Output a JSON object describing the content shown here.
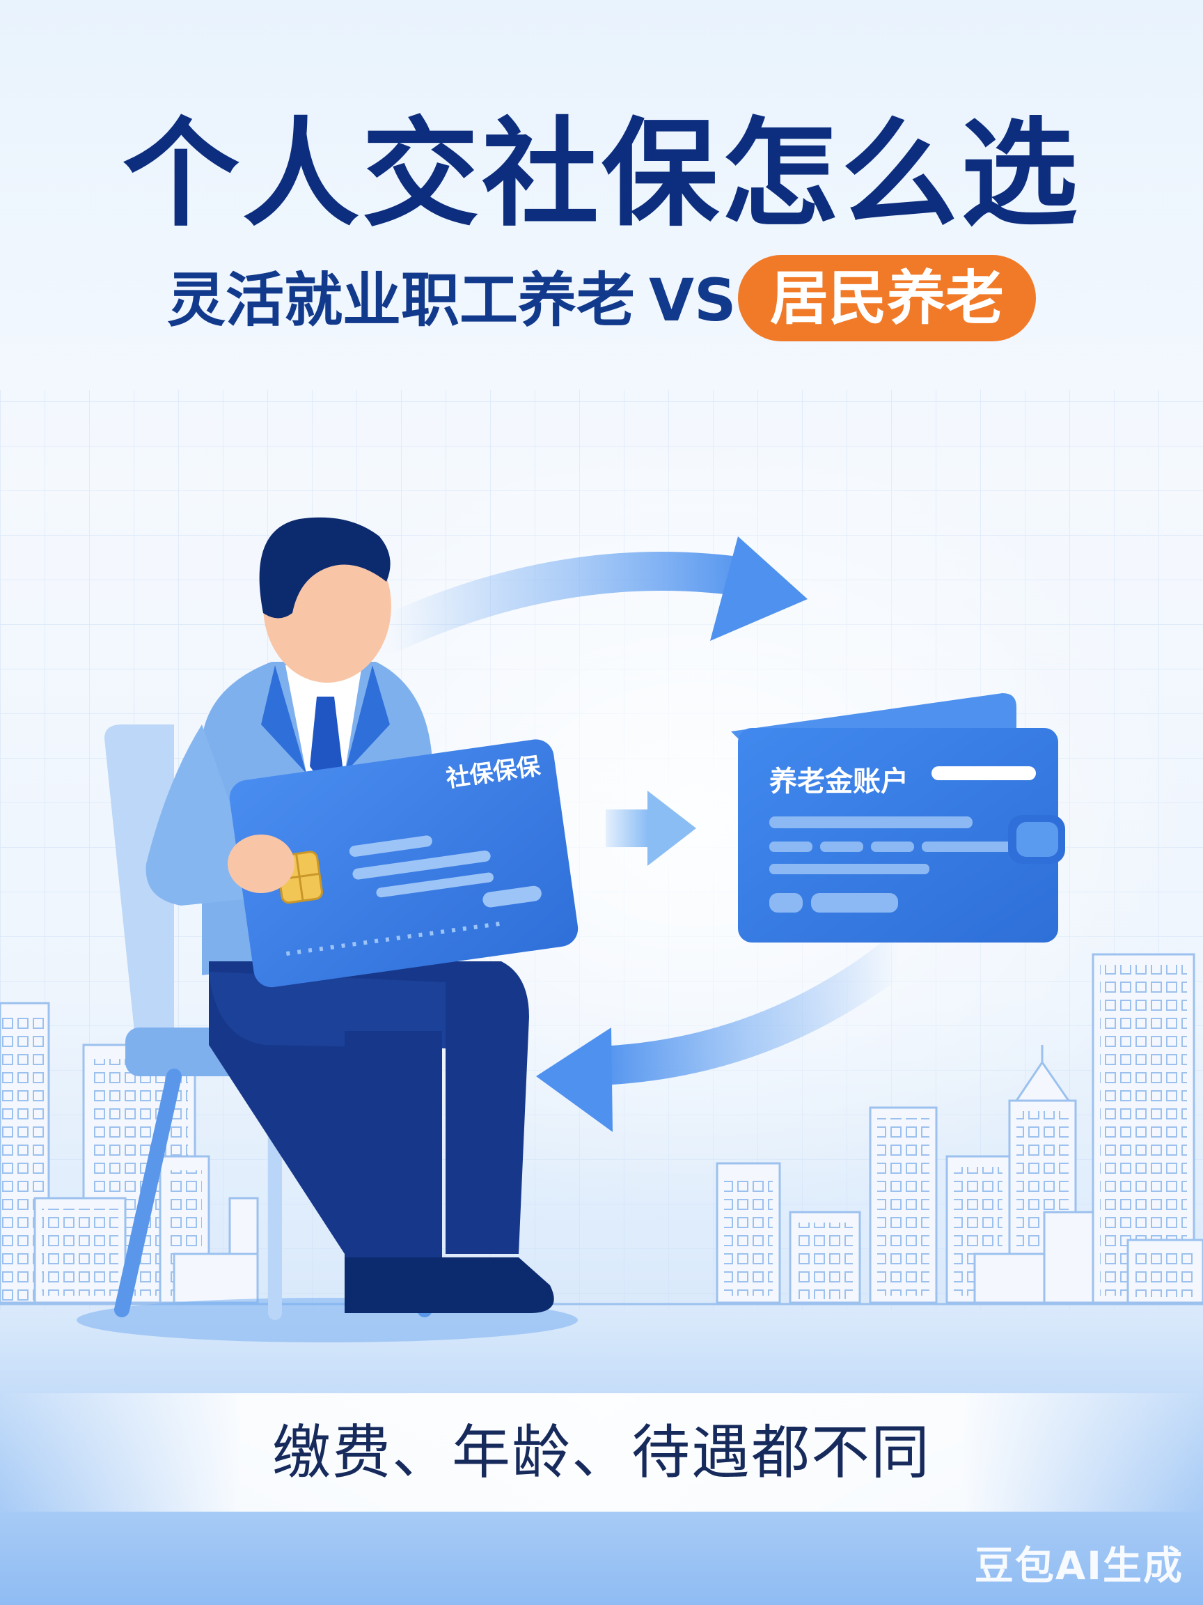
{
  "title": "个人交社保怎么选",
  "subtitle": {
    "left": "灵活就业职工养老",
    "vs": "VS",
    "right": "居民养老"
  },
  "left_card": {
    "label": "社保保保"
  },
  "right_card": {
    "label": "养老金账户"
  },
  "tagline": "缴费、年龄、待遇都不同",
  "watermark": "豆包AI生成",
  "colors": {
    "navy": "#0d2e7e",
    "accent_orange": "#f07a28",
    "card_blue": "#3b7fe6",
    "suit_blue": "#7fb0ee",
    "trouser_navy": "#17388a",
    "chip_gold": "#f2c655"
  },
  "icons": [
    "person-icon",
    "chair-icon",
    "bank-card-icon",
    "wallet-icon",
    "arrow-icon",
    "city-skyline-icon"
  ]
}
